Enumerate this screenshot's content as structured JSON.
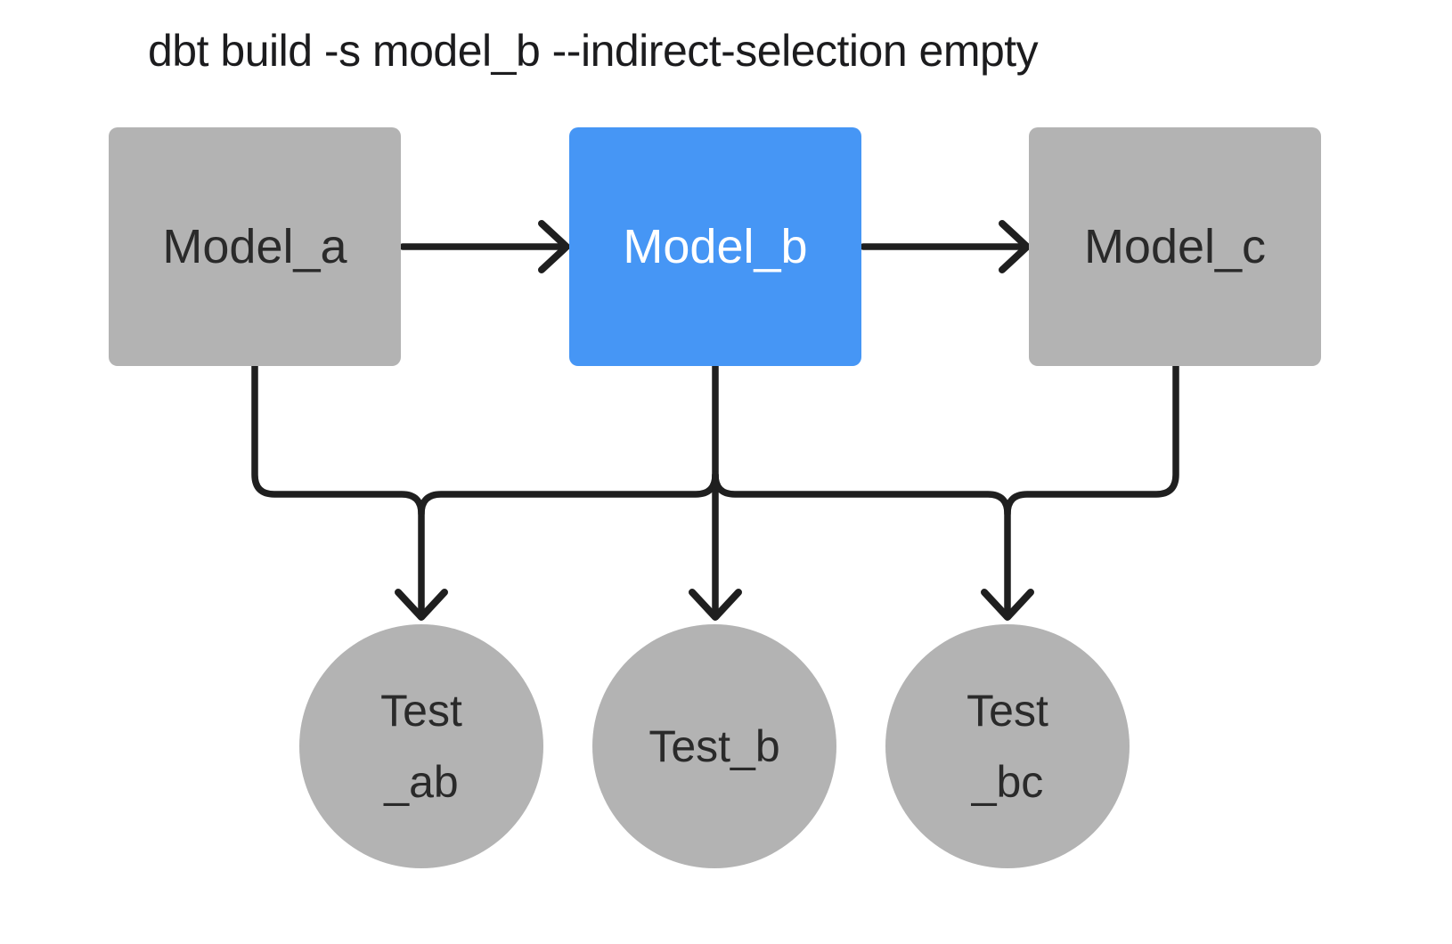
{
  "title": "dbt build -s model_b --indirect-selection empty",
  "colors": {
    "canvas-bg": "#ffffff",
    "node-gray": "#b3b3b3",
    "selected-blue": "#4696f5",
    "edge": "#1f1f1f",
    "node-text-dark": "#2a2a2a",
    "node-text-light": "#ffffff",
    "title-text": "#1c1c1e"
  },
  "models": [
    {
      "id": "model_a",
      "label": "Model_a",
      "selected": false
    },
    {
      "id": "model_b",
      "label": "Model_b",
      "selected": true
    },
    {
      "id": "model_c",
      "label": "Model_c",
      "selected": false
    }
  ],
  "tests": [
    {
      "id": "test_ab",
      "lines": [
        "Test",
        "_ab"
      ]
    },
    {
      "id": "test_b",
      "lines": [
        "Test_b"
      ]
    },
    {
      "id": "test_bc",
      "lines": [
        "Test",
        "_bc"
      ]
    }
  ],
  "edges": [
    {
      "from": "model_a",
      "to": "model_b"
    },
    {
      "from": "model_b",
      "to": "model_c"
    },
    {
      "from": "model_a",
      "to": "test_ab"
    },
    {
      "from": "model_b",
      "to": "test_ab"
    },
    {
      "from": "model_b",
      "to": "test_b"
    },
    {
      "from": "model_b",
      "to": "test_bc"
    },
    {
      "from": "model_c",
      "to": "test_bc"
    }
  ]
}
